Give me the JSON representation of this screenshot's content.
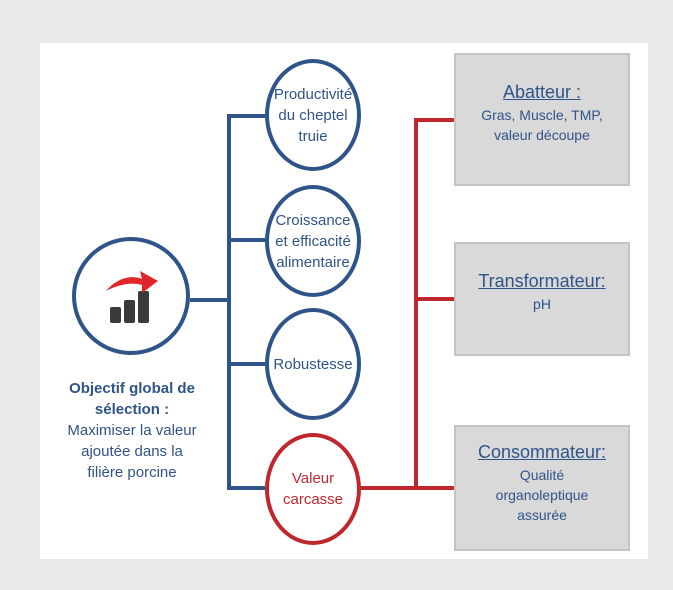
{
  "objective": {
    "title": "Objectif global de\nsélection :",
    "description": "Maximiser la valeur\najoutée dans la\nfilière porcine"
  },
  "criteria": [
    {
      "label": "Productivité\ndu cheptel\ntruie"
    },
    {
      "label": "Croissance\net efficacité\nalimentaire"
    },
    {
      "label": "Robustesse"
    },
    {
      "label": "Valeur\ncarcasse"
    }
  ],
  "actors": [
    {
      "title": "Abatteur :",
      "description": "Gras, Muscle, TMP,\nvaleur découpe"
    },
    {
      "title": "Transformateur:",
      "description": "pH"
    },
    {
      "title": "Consommateur:",
      "description": "Qualité\norganoleptique\nassurée"
    }
  ],
  "colors": {
    "blue": "#2f5489",
    "red": "#c0272d",
    "box_fill": "#d9d9d9",
    "background": "#e9e9e9"
  },
  "icons": {
    "main": "growth-chart-icon"
  }
}
